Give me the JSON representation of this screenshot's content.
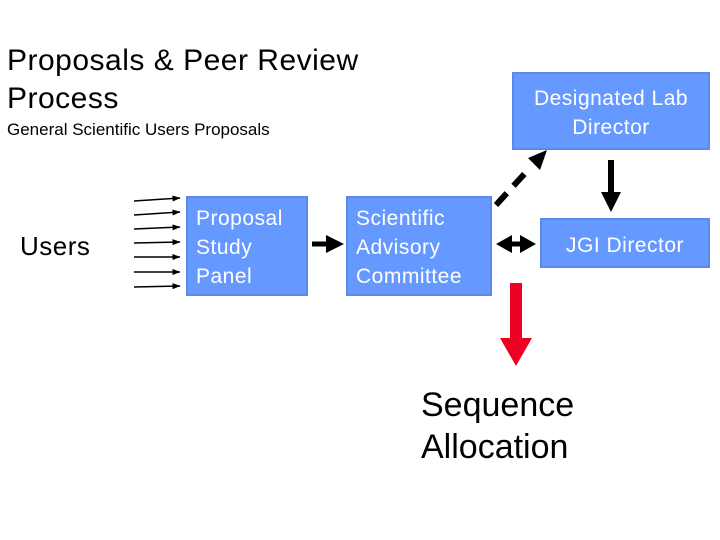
{
  "title": "Proposals & Peer Review\nProcess",
  "subtitle": "General Scientific Users Proposals",
  "nodes": {
    "users": "Users",
    "proposal_study_panel": [
      "Proposal",
      "Study",
      "Panel"
    ],
    "scientific_advisory_committee": [
      "Scientific",
      "Advisory",
      "Committee"
    ],
    "designated_lab_director": [
      "Designated Lab",
      "Director"
    ],
    "jgi_director": "JGI Director",
    "sequence_allocation": "Sequence\nAllocation"
  },
  "colors": {
    "box_fill": "#6699ff",
    "box_text": "#ffffff",
    "arrow": "#000000",
    "outcome_arrow": "#ee0022"
  }
}
